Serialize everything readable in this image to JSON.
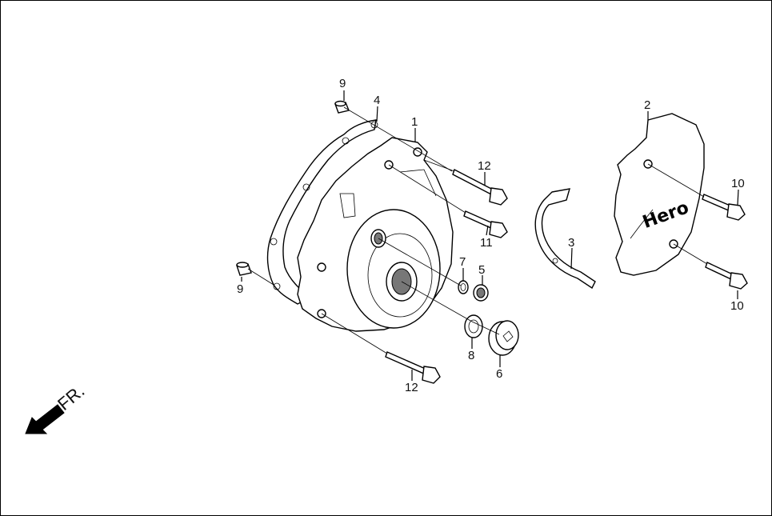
{
  "diagram": {
    "callouts": [
      {
        "id": "c9a",
        "text": "9"
      },
      {
        "id": "c4",
        "text": "4"
      },
      {
        "id": "c1",
        "text": "1"
      },
      {
        "id": "c12a",
        "text": "12"
      },
      {
        "id": "c11",
        "text": "11"
      },
      {
        "id": "c9b",
        "text": "9"
      },
      {
        "id": "c7",
        "text": "7"
      },
      {
        "id": "c5",
        "text": "5"
      },
      {
        "id": "c8",
        "text": "8"
      },
      {
        "id": "c6",
        "text": "6"
      },
      {
        "id": "c12b",
        "text": "12"
      },
      {
        "id": "c3",
        "text": "3"
      },
      {
        "id": "c2",
        "text": "2"
      },
      {
        "id": "c10a",
        "text": "10"
      },
      {
        "id": "c10b",
        "text": "10"
      }
    ],
    "logo_text": "Hero",
    "direction_label": "FR."
  }
}
